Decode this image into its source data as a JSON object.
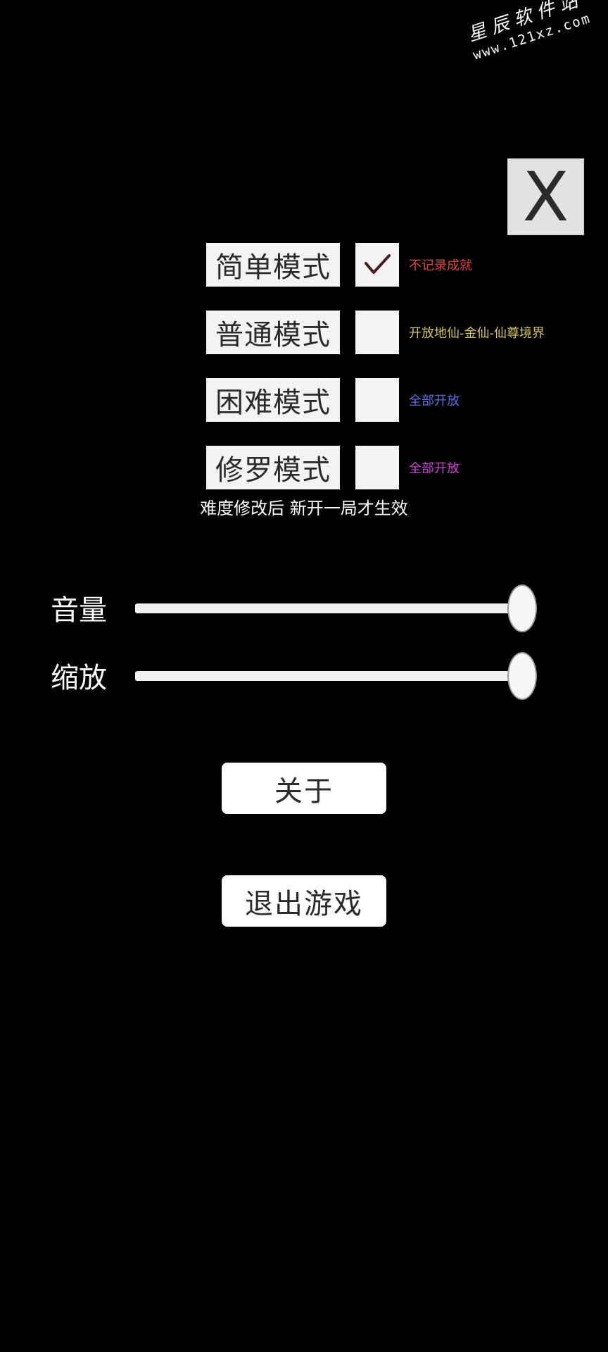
{
  "watermark": {
    "title": "星辰软件站",
    "url": "www.121xz.com"
  },
  "close_button": {
    "label": "X"
  },
  "modes": [
    {
      "label": "简单模式",
      "checked": true,
      "note": "不记录成就",
      "note_color": "#e0433b"
    },
    {
      "label": "普通模式",
      "checked": false,
      "note": "开放地仙-金仙-仙尊境界",
      "note_color": "#d7c45a"
    },
    {
      "label": "困难模式",
      "checked": false,
      "note": "全部开放",
      "note_color": "#5f6fe0"
    },
    {
      "label": "修罗模式",
      "checked": false,
      "note": "全部开放",
      "note_color": "#d23ed8"
    }
  ],
  "notice": "难度修改后  新开一局才生效",
  "sliders": [
    {
      "label": "音量",
      "value": 1.0
    },
    {
      "label": "缩放",
      "value": 1.0
    }
  ],
  "buttons": {
    "about": "关于",
    "quit": "退出游戏"
  },
  "colors": {
    "background": "#000000",
    "button_bg": "#f3f3f3",
    "button_text": "#2b2b2b",
    "check_mark": "#4a1d22"
  }
}
